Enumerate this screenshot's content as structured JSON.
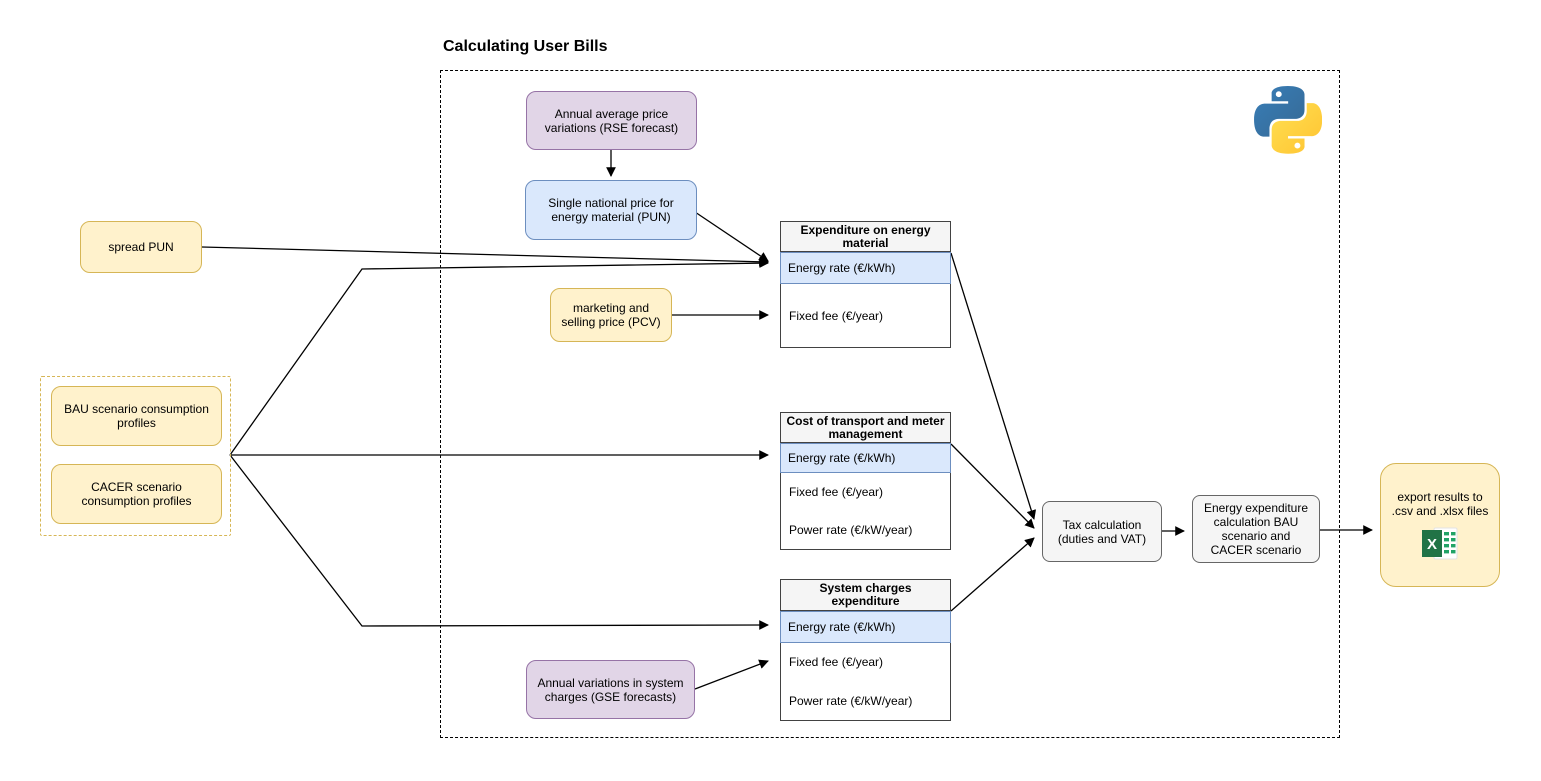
{
  "title": "Calculating User Bills",
  "nodes": {
    "rse_forecast": {
      "label": "Annual average price variations (RSE forecast)"
    },
    "pun": {
      "label": "Single national price for energy material (PUN)"
    },
    "spread_pun": {
      "label": "spread PUN"
    },
    "pcv": {
      "label": "marketing and selling price (PCV)"
    },
    "bau_profiles": {
      "label": "BAU scenario consumption profiles"
    },
    "cacer_profiles": {
      "label": "CACER scenario consumption profiles"
    },
    "gse_forecast": {
      "label": "Annual variations in system charges (GSE forecasts)"
    },
    "tax_calculation": {
      "label": "Tax calculation (duties and VAT)"
    },
    "energy_expenditure": {
      "label": "Energy expenditure calculation BAU scenario and CACER scenario"
    },
    "export_results": {
      "label": "export results to .csv and .xlsx files"
    }
  },
  "tables": {
    "energy_material": {
      "header": "Expenditure on energy material",
      "rows": [
        "Energy rate (€/kWh)",
        "Fixed fee (€/year)"
      ]
    },
    "transport": {
      "header": "Cost of transport and meter management",
      "rows": [
        "Energy rate (€/kWh)",
        "Fixed fee (€/year)",
        "Power rate (€/kW/year)"
      ]
    },
    "system_charges": {
      "header": "System charges expenditure",
      "rows": [
        "Energy rate (€/kWh)",
        "Fixed fee (€/year)",
        "Power rate (€/kW/year)"
      ]
    }
  },
  "icons": {
    "python": "python-logo",
    "excel": "excel-icon"
  },
  "colors": {
    "yellow_fill": "#FFF2CC",
    "yellow_stroke": "#D6B656",
    "purple_fill": "#E1D5E7",
    "purple_stroke": "#9673A6",
    "blue_fill": "#DAE8FC",
    "blue_stroke": "#6C8EBF",
    "gray_fill": "#F5F5F5",
    "gray_stroke": "#666666",
    "highlight_row_fill": "#DAE8FC",
    "excel_green": "#217346",
    "python_blue": "#3776AB",
    "python_yellow": "#FFD43B"
  }
}
